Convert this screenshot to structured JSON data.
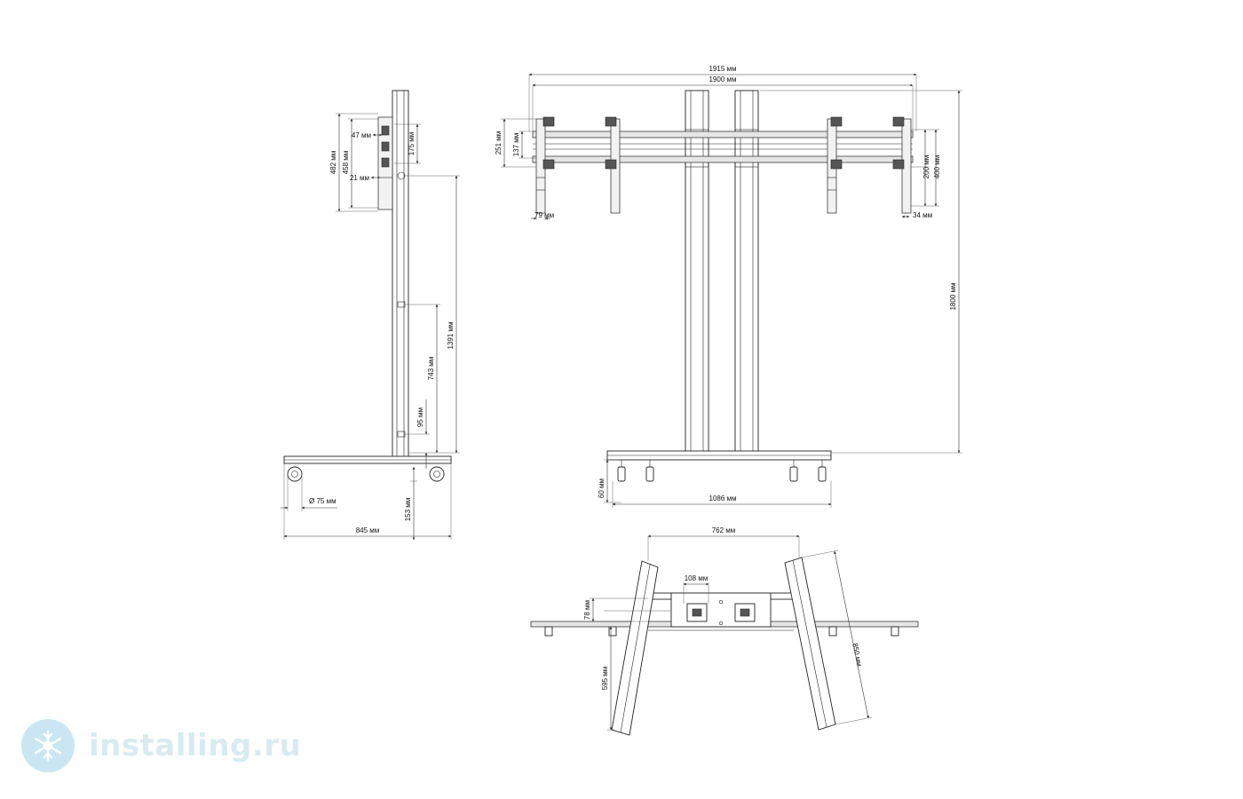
{
  "side_view": {
    "dims": {
      "d482": "482 мм",
      "d458": "458 мм",
      "d47": "47 мм",
      "d175": "175 мм",
      "d21": "21 мм",
      "d1391": "1391 мм",
      "d743": "743 мм",
      "d95": "95 мм",
      "d75": "Ø 75 мм",
      "d153": "153 мм",
      "d845": "845 мм"
    }
  },
  "front_view": {
    "dims": {
      "d1915": "1915 мм",
      "d1900": "1900 мм",
      "d251": "251 мм",
      "d137": "137 мм",
      "d79": "79 мм",
      "d200": "200 мм",
      "d400": "400 мм",
      "d34": "34 мм",
      "d1800": "1800 мм",
      "d60": "60 мм",
      "d1086": "1086 мм"
    }
  },
  "top_view": {
    "dims": {
      "d762": "762 мм",
      "d108": "108 мм",
      "d78": "78 мм",
      "d595": "595 мм",
      "d850": "850 мм"
    }
  },
  "watermark": {
    "text": "installing.ru",
    "logo_icon": "snowflake-globe-icon",
    "color": "#b9dbe6"
  }
}
